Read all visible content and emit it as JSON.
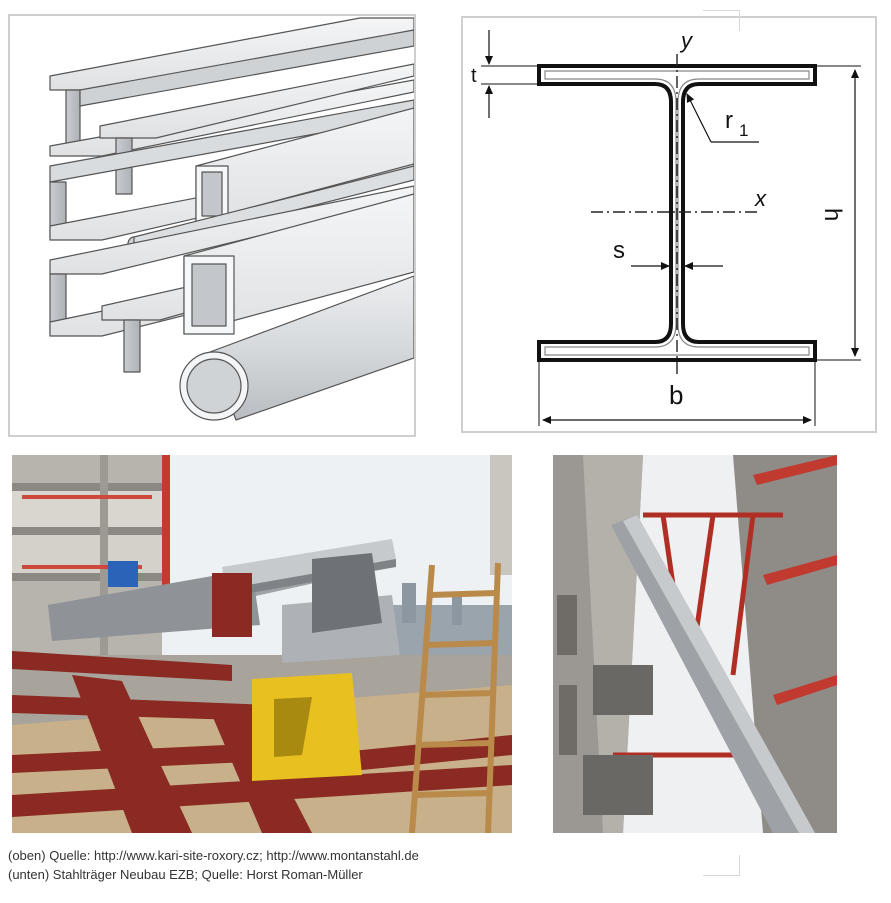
{
  "diagram": {
    "labels": {
      "y": "y",
      "x": "x",
      "t": "t",
      "r": "r",
      "r_sub": "1",
      "h": "h",
      "s": "s",
      "b": "b"
    }
  },
  "captions": {
    "top": "(oben) Quelle:  http://www.kari-site-roxory.cz; http://www.montanstahl.de",
    "bottom": "(unten) Stahlträger Neubau EZB; Quelle: Horst Roman-Müller"
  },
  "colors": {
    "steel_light": "#e4e6e8",
    "steel_mid": "#c7cacd",
    "steel_dark": "#9ea2a6",
    "beam_gray": "#8f9397",
    "rust_red": "#8a2a22",
    "yellow_support": "#e8c020",
    "sky": "#f2f4f6",
    "wood": "#c89a5a"
  }
}
